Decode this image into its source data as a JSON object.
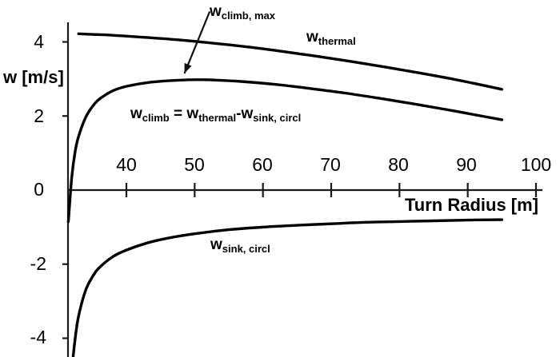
{
  "chart_data": {
    "type": "line",
    "title": "",
    "xlabel": "Turn Radius [m]",
    "ylabel": "w [m/s]",
    "xlim": [
      30,
      100
    ],
    "ylim": [
      -4.8,
      4.6
    ],
    "xticks": [
      40,
      50,
      60,
      70,
      80,
      90,
      100
    ],
    "yticks": [
      4,
      2,
      0,
      -2,
      -4
    ],
    "xtick_labels": [
      "40",
      "50",
      "60",
      "70",
      "80",
      "90",
      "100"
    ],
    "ytick_labels": [
      "4",
      "2",
      "0",
      "-2",
      "-4"
    ],
    "grid": false,
    "legend_position": "inline-annotations",
    "series": [
      {
        "name": "w_thermal",
        "label": "w",
        "label_sub": "thermal",
        "color": "#000000",
        "x": [
          33,
          38,
          43,
          48,
          53,
          58,
          63,
          68,
          73,
          78,
          83,
          88,
          93,
          95
        ],
        "y": [
          4.22,
          4.18,
          4.12,
          4.05,
          3.96,
          3.86,
          3.74,
          3.61,
          3.47,
          3.32,
          3.16,
          2.99,
          2.8,
          2.72
        ]
      },
      {
        "name": "w_climb",
        "label": "w",
        "label_sub": "climb",
        "color": "#000000",
        "x": [
          31.5,
          32,
          32.5,
          33,
          34,
          35,
          36,
          38,
          40,
          43,
          46,
          50,
          53,
          57,
          62,
          67,
          72,
          77,
          82,
          87,
          92,
          95
        ],
        "y": [
          -0.85,
          0.35,
          1.05,
          1.45,
          1.95,
          2.25,
          2.45,
          2.68,
          2.8,
          2.9,
          2.95,
          2.98,
          2.97,
          2.93,
          2.85,
          2.74,
          2.62,
          2.48,
          2.33,
          2.17,
          2.0,
          1.9
        ]
      },
      {
        "name": "w_sink_circl",
        "label": "w",
        "label_sub": "sink, circl",
        "color": "#000000",
        "x": [
          32,
          32.5,
          33,
          34,
          35,
          36,
          38,
          40,
          43,
          46,
          50,
          55,
          60,
          65,
          70,
          75,
          80,
          85,
          90,
          95
        ],
        "y": [
          -4.85,
          -4.0,
          -3.4,
          -2.72,
          -2.35,
          -2.1,
          -1.8,
          -1.62,
          -1.43,
          -1.3,
          -1.18,
          -1.07,
          -1.0,
          -0.95,
          -0.91,
          -0.87,
          -0.85,
          -0.83,
          -0.81,
          -0.8
        ]
      }
    ],
    "annotations": [
      {
        "name": "w-climb-max",
        "text": "w",
        "sub": "climb, max",
        "arrow_from": [
          52.2,
          4.82
        ],
        "arrow_to": [
          48.5,
          3.15
        ]
      }
    ]
  },
  "labels": {
    "y_axis_title": "w [m/s]",
    "x_axis_title": "Turn Radius [m]",
    "w_base": "w",
    "sub_thermal": "thermal",
    "sub_climb": "climb",
    "sub_climb_max": "climb, max",
    "sub_sink_circl": "sink, circl",
    "equals": " = ",
    "minus": "-"
  }
}
